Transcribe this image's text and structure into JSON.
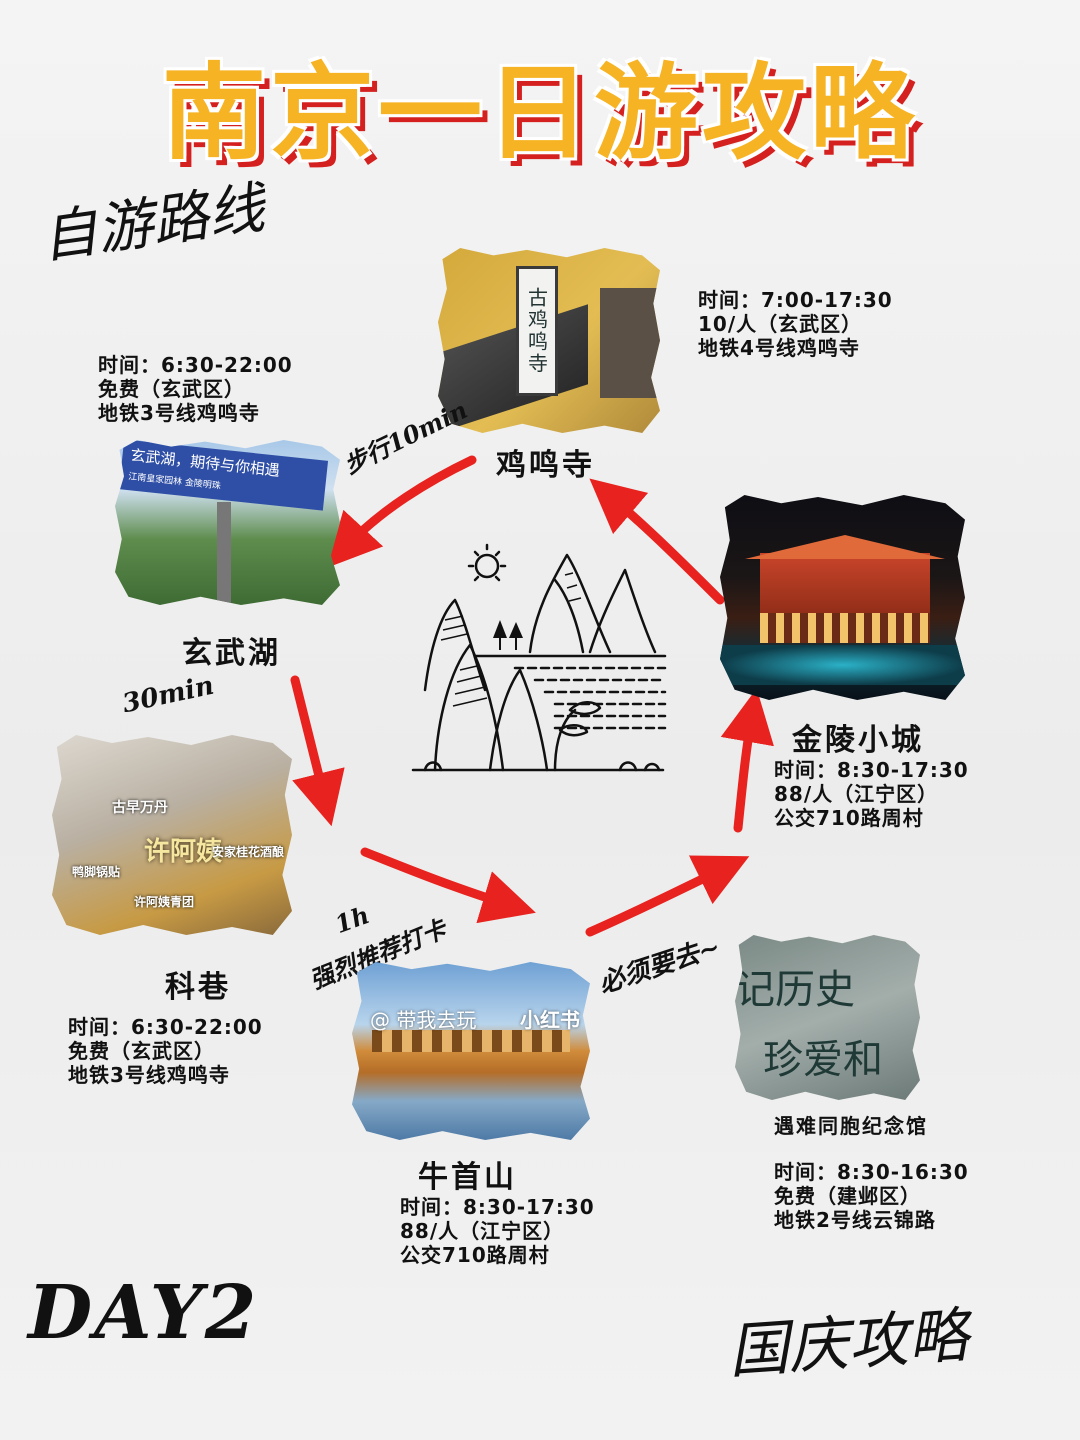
{
  "title": "南京一日游攻略",
  "subtitle_left": "自游路线",
  "footer_left": "DAY2",
  "footer_right": "国庆攻略",
  "watermark": {
    "handle": "@ 带我去玩",
    "brand": "小红书"
  },
  "colors": {
    "title_fill": "#f6b324",
    "title_shadow": "#d4201e",
    "arrow": "#e8221e"
  },
  "spots": {
    "jiming": {
      "name": "鸡鸣寺",
      "photo_text": "古鸡鸣寺",
      "info": [
        "时间：7:00-17:30",
        "10/人（玄武区）",
        "地铁4号线鸡鸣寺"
      ]
    },
    "xuanwu": {
      "name": "玄武湖",
      "photo_text": "玄武湖，期待与你相遇",
      "photo_subtext": "江南皇家园林 金陵明珠",
      "info": [
        "时间：6:30-22:00",
        "免费（玄武区）",
        "地铁3号线鸡鸣寺"
      ]
    },
    "kexiang": {
      "name": "科巷",
      "photo_labels": [
        "古早万丹",
        "许阿姨",
        "安家桂花酒酿",
        "许阿姨青团",
        "鸭脚锅贴"
      ],
      "info": [
        "时间：6:30-22:00",
        "免费（玄武区）",
        "地铁3号线鸡鸣寺"
      ]
    },
    "niushou": {
      "name": "牛首山",
      "info": [
        "时间：8:30-17:30",
        "88/人（江宁区）",
        "公交710路周村"
      ]
    },
    "jinling": {
      "name": "金陵小城",
      "info": [
        "时间：8:30-17:30",
        "88/人（江宁区）",
        "公交710路周村"
      ]
    },
    "memorial": {
      "name": "遇难同胞纪念馆",
      "photo_lines": [
        "记历史",
        "珍爱和"
      ],
      "info": [
        "时间：8:30-16:30",
        "免费（建邺区）",
        "地铁2号线云锦路"
      ]
    }
  },
  "transit": {
    "t1": "步行10min",
    "t2": "30min",
    "t3_top": "1h",
    "t3_bottom": "强烈推荐打卡",
    "t4": "必须要去~"
  }
}
